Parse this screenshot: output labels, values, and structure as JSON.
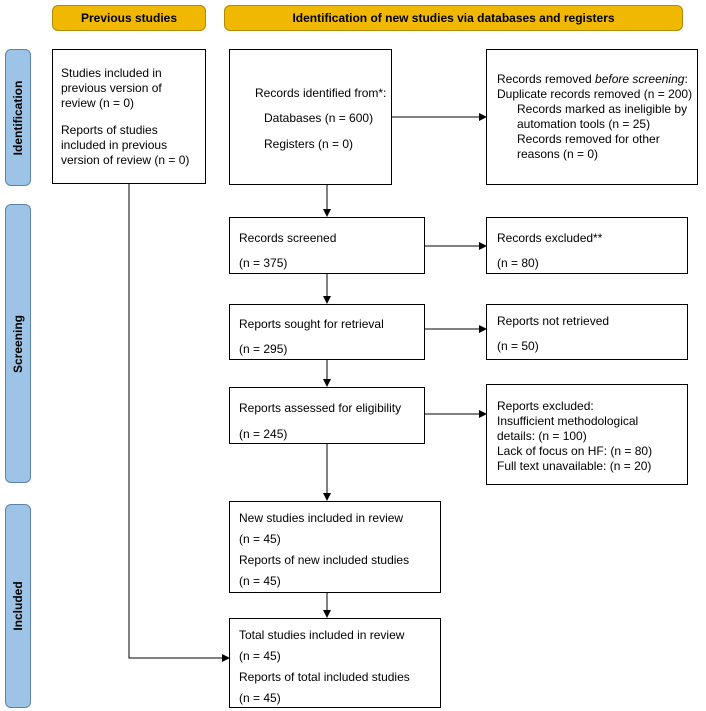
{
  "headers": {
    "previous": "Previous studies",
    "new": "Identification of new studies via databases and registers"
  },
  "phases": {
    "identification": "Identification",
    "screening": "Screening",
    "included": "Included"
  },
  "previous_box": {
    "line1": "Studies included in",
    "line2": "previous version of",
    "line3": "review (n = 0)",
    "line4": "Reports of studies",
    "line5": "included in previous",
    "line6": "version of review (n = 0)"
  },
  "identified_box": {
    "title": "Records identified from*:",
    "databases": "Databases (n = 600)",
    "registers": "Registers (n = 0)"
  },
  "removed_box": {
    "line1_prefix": "Records removed ",
    "line1_italic": "before screening",
    "line1_suffix": ":",
    "line2": "Duplicate records removed (n = 200)",
    "line3": "Records marked as ineligible by",
    "line4": "automation tools (n = 25)",
    "line5": "Records removed for other",
    "line6": "reasons (n = 0)"
  },
  "screened_box": {
    "title": "Records screened",
    "count": "(n = 375)"
  },
  "excluded_box": {
    "title": "Records excluded**",
    "count": "(n = 80)"
  },
  "sought_box": {
    "title": "Reports sought for retrieval",
    "count": "(n = 295)"
  },
  "not_retrieved_box": {
    "title": "Reports not retrieved",
    "count": "(n = 50)"
  },
  "assessed_box": {
    "title": "Reports assessed for eligibility",
    "count": "(n = 245)"
  },
  "reports_excluded_box": {
    "line1": "Reports excluded:",
    "line2": "Insufficient methodological",
    "line3": "details: (n = 100)",
    "line4": "Lack of focus on HF: (n = 80)",
    "line5": "Full text unavailable: (n = 20)"
  },
  "new_included_box": {
    "line1": "New studies included in review",
    "line2": "(n = 45)",
    "line3": "Reports of new included studies",
    "line4": "(n = 45)"
  },
  "total_box": {
    "line1": "Total studies included in review",
    "line2": "(n = 45)",
    "line3": "Reports of total included studies",
    "line4": "(n = 45)"
  },
  "colors": {
    "header_fill": "#f0b800",
    "phase_fill": "#9dc3e6",
    "line": "#000000"
  }
}
